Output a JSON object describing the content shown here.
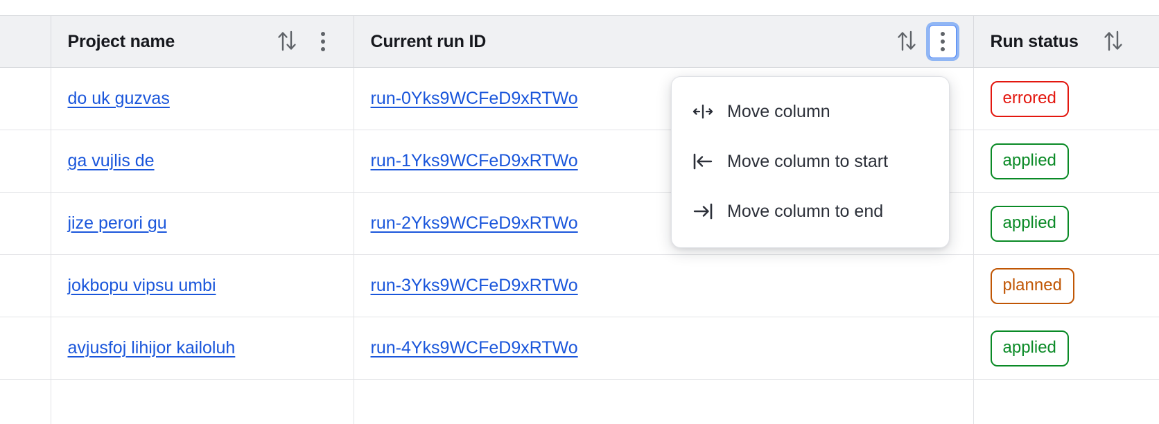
{
  "table": {
    "columns": [
      {
        "key": "select",
        "label": "",
        "sortable": false
      },
      {
        "key": "project",
        "label": "Project name",
        "sortable": true,
        "has_menu": true
      },
      {
        "key": "runid",
        "label": "Current run ID",
        "sortable": true,
        "has_menu": true,
        "menu_open": true
      },
      {
        "key": "status",
        "label": "Run status",
        "sortable": true,
        "has_menu": false
      }
    ],
    "rows": [
      {
        "project": "do uk guzvas",
        "runid": "run-0Yks9WCFeD9xRTWo",
        "status": "errored"
      },
      {
        "project": "ga vujlis de",
        "runid": "run-1Yks9WCFeD9xRTWo",
        "status": "applied"
      },
      {
        "project": "jize perori gu",
        "runid": "run-2Yks9WCFeD9xRTWo",
        "status": "applied"
      },
      {
        "project": "jokbopu vipsu umbi",
        "runid": "run-3Yks9WCFeD9xRTWo",
        "status": "planned"
      },
      {
        "project": "avjusfoj lihijor kailoluh",
        "runid": "run-4Yks9WCFeD9xRTWo",
        "status": "applied"
      }
    ]
  },
  "column_menu": {
    "items": [
      {
        "icon": "move-column-icon",
        "label": "Move column"
      },
      {
        "icon": "move-column-to-start-icon",
        "label": "Move column to start"
      },
      {
        "icon": "move-column-to-end-icon",
        "label": "Move column to end"
      }
    ]
  },
  "icons": {
    "sort": "sort-arrows-icon",
    "kebab": "kebab-menu-icon"
  },
  "colors": {
    "link": "#1a56db",
    "errored": "#e3170f",
    "applied": "#0a8a26",
    "planned": "#c05604",
    "focus_ring": "#4285f4",
    "header_bg": "#f0f1f3"
  }
}
